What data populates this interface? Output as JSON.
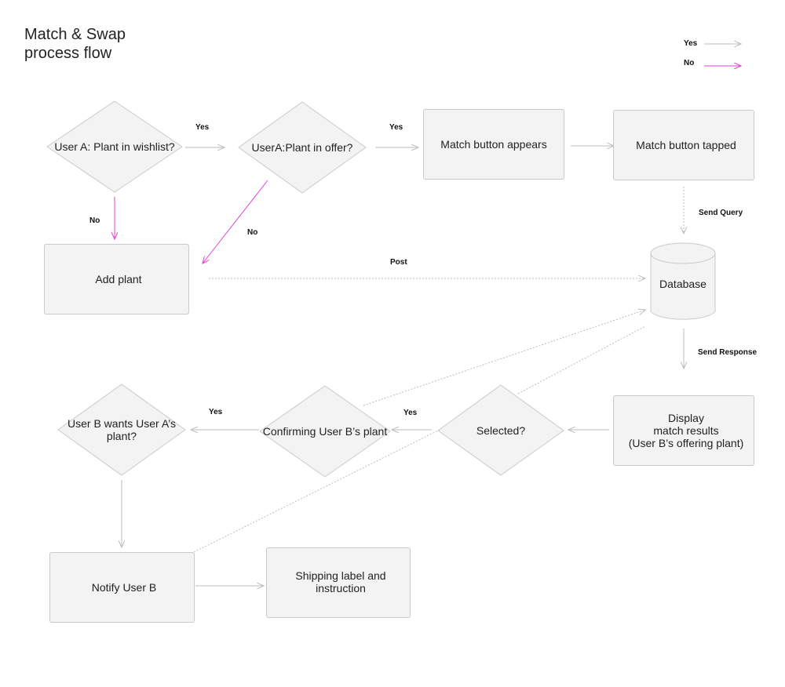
{
  "title": "Match & Swap\nprocess flow",
  "legend": {
    "yes_label": "Yes",
    "no_label": "No",
    "yes_color": "#bdbdbd",
    "no_color": "#e040d6"
  },
  "colors": {
    "node_fill": "#f3f3f3",
    "node_stroke": "#c9c9c9",
    "yes_line": "#bdbdbd",
    "no_line": "#e040d6",
    "dotted_line": "#bdbdbd"
  },
  "nodes": {
    "plant_in_wishlist": "User A: Plant in wishlist?",
    "plant_in_offer": "UserA:Plant in offer?",
    "match_button_appears": "Match button appears",
    "match_button_tapped": "Match button tapped",
    "add_plant": "Add plant",
    "database": "Database",
    "display_match_results": "Display\nmatch results\n(User B’s offering plant)",
    "selected": "Selected?",
    "confirming_user_b_plant": "Confirming User B’s plant",
    "user_b_wants": "User B wants User A’s\nplant?",
    "notify_user_b": "Notify User B",
    "shipping_label": "Shipping label and\ninstruction"
  },
  "edges": {
    "wishlist_to_offer": "Yes",
    "offer_to_match_appears": "Yes",
    "wishlist_to_add_plant": "No",
    "offer_to_add_plant": "No",
    "tapped_to_database": "Send Query",
    "add_plant_to_database": "Post",
    "database_to_display": "Send Response",
    "selected_to_confirming": "Yes",
    "confirming_to_user_b_wants": "Yes"
  }
}
